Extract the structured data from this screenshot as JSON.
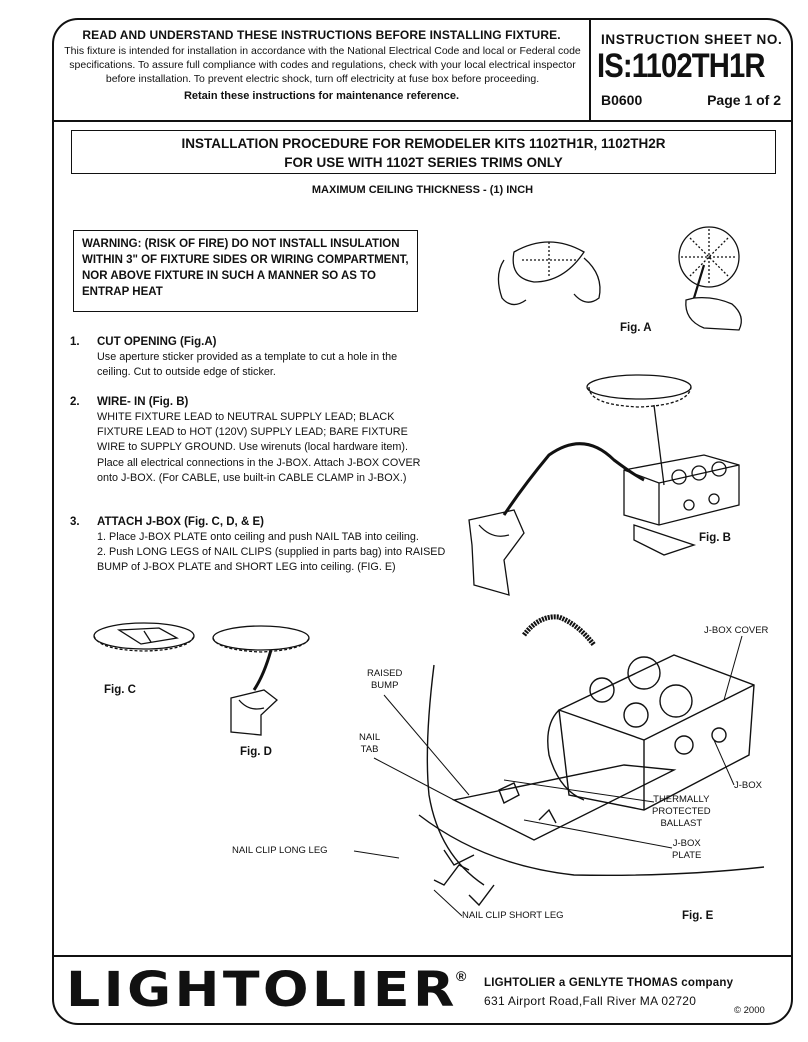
{
  "header": {
    "heading": "READ AND UNDERSTAND THESE INSTRUCTIONS BEFORE INSTALLING FIXTURE.",
    "body": "This fixture is intended for installation in accordance with the National Electrical Code and local or Federal code specifications. To assure full compliance with codes and regulations, check with your local electrical inspector before installation. To prevent electric shock, turn off electricity at fuse box before proceeding.",
    "retain": "Retain these instructions for maintenance reference.",
    "sheet_label": "INSTRUCTION  SHEET  NO.",
    "sheet_number": "IS:1102TH1R",
    "code": "B0600",
    "page": "Page 1 of 2"
  },
  "title": {
    "line1": "INSTALLATION PROCEDURE FOR REMODELER KITS 1102TH1R, 1102TH2R",
    "line2": "FOR USE WITH 1102T SERIES TRIMS ONLY",
    "subtitle": "MAXIMUM CEILING THICKNESS - (1) INCH"
  },
  "warning": "WARNING: (RISK OF FIRE) DO NOT INSTALL INSULATION WITHIN 3\" OF FIXTURE SIDES OR WIRING COMPARTMENT, NOR ABOVE FIXTURE IN SUCH A MANNER SO AS TO ENTRAP HEAT",
  "steps": [
    {
      "num": "1.",
      "head": "CUT OPENING (Fig.A)",
      "text": "Use aperture sticker provided as a template to cut a hole in the ceiling. Cut to outside edge of sticker."
    },
    {
      "num": "2.",
      "head": "WIRE- IN (Fig. B)",
      "text": "WHITE FIXTURE LEAD to NEUTRAL SUPPLY LEAD; BLACK FIXTURE LEAD to HOT (120V) SUPPLY LEAD; BARE FIXTURE WIRE to SUPPLY GROUND. Use wirenuts (local hardware item). Place all electrical connections in the J-BOX. Attach J-BOX COVER onto J-BOX. (For CABLE, use built-in CABLE CLAMP in J-BOX.)"
    },
    {
      "num": "3.",
      "head": "ATTACH J-BOX (Fig. C, D, & E)",
      "text1": "1. Place J-BOX PLATE onto ceiling and push NAIL TAB into ceiling.",
      "text2": "2. Push LONG LEGS of NAIL CLIPS (supplied in parts bag) into RAISED BUMP of J-BOX PLATE and SHORT LEG into ceiling. (FIG. E)"
    }
  ],
  "figures": {
    "a": "Fig. A",
    "b": "Fig. B",
    "c": "Fig. C",
    "d": "Fig. D",
    "e": "Fig. E"
  },
  "callouts": {
    "jbox_cover": "J-BOX COVER",
    "raised_bump": "RAISED\nBUMP",
    "nail_tab": "NAIL\nTAB",
    "jbox": "J-BOX",
    "ballast": "THERMALLY\nPROTECTED\nBALLAST",
    "jbox_plate": "J-BOX\nPLATE",
    "long_leg": "NAIL CLIP LONG LEG",
    "short_leg": "NAIL CLIP SHORT LEG"
  },
  "footer": {
    "logo": "LIGHTOLIER",
    "registered": "®",
    "company": "LIGHTOLIER a GENLYTE THOMAS company",
    "address": "631 Airport Road,Fall River MA 02720",
    "copyright": "© 2000"
  }
}
